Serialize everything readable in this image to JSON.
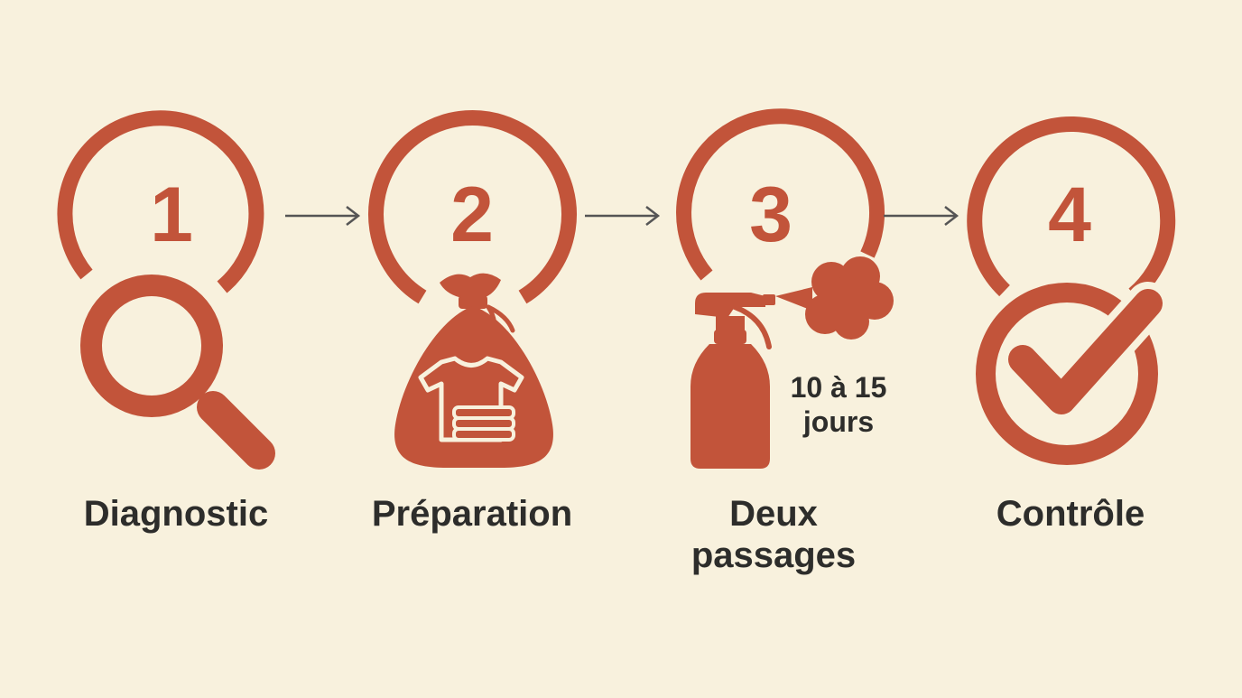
{
  "colors": {
    "background": "#f8f1dd",
    "accent": "#c2543a",
    "text": "#2d2d2b",
    "arrow": "#555555"
  },
  "steps": [
    {
      "number": "1",
      "label": "Diagnostic",
      "icon": "magnifier-icon"
    },
    {
      "number": "2",
      "label": "Préparation",
      "icon": "laundry-bag-icon"
    },
    {
      "number": "3",
      "label_line1": "Deux",
      "label_line2": "passages",
      "icon": "spray-bottle-icon",
      "duration_line1": "10 à 15",
      "duration_line2": "jours"
    },
    {
      "number": "4",
      "label": "Contrôle",
      "icon": "check-circle-icon"
    }
  ]
}
